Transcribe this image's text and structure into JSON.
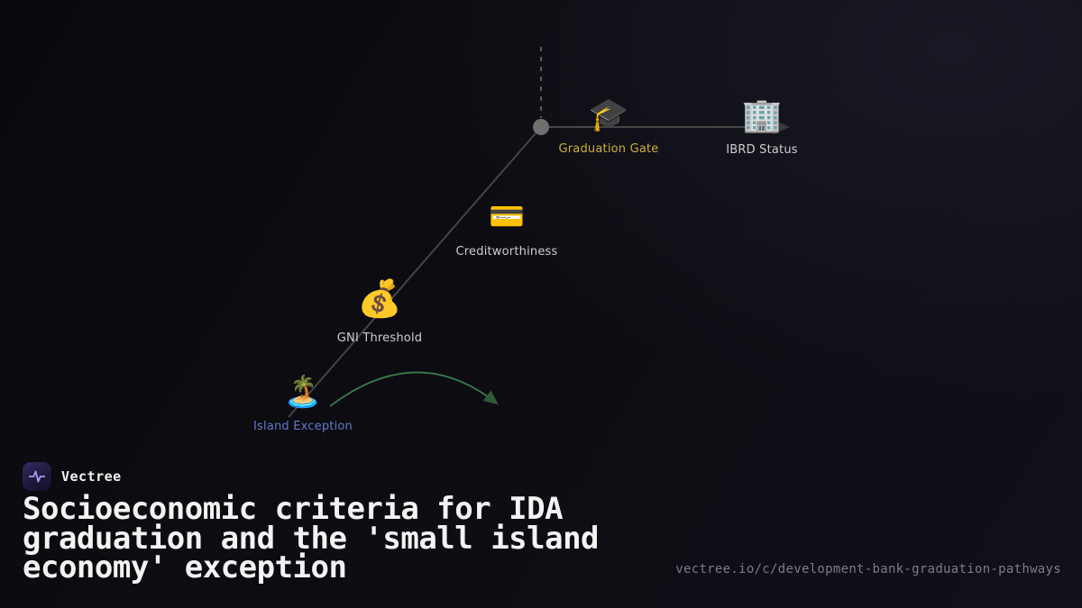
{
  "brand": {
    "name": "Vectree",
    "logo_icon": "waveform-icon"
  },
  "title": "Socioeconomic criteria for IDA graduation and the 'small island economy' exception",
  "url": "vectree.io/c/development-bank-graduation-pathways",
  "colors": {
    "background": "#0b0b10",
    "line_gray": "#474747",
    "junction_gray": "#6f6f6f",
    "island_label": "#6677c8",
    "graduation_label": "#cfae3d",
    "default_label": "#cfcfcf",
    "bypass_arc_green": "#3c7a4a",
    "title_text": "#f3f3f3",
    "url_text": "#7c7c85"
  },
  "diagram": {
    "nodes": [
      {
        "id": "island",
        "icon": "desert-island-emoji",
        "emoji": "🏝️",
        "label": "Island Exception"
      },
      {
        "id": "gni",
        "icon": "money-bag-emoji",
        "emoji": "💰",
        "label": "GNI Threshold"
      },
      {
        "id": "credit",
        "icon": "credit-card-emoji",
        "emoji": "💳",
        "label": "Creditworthiness"
      },
      {
        "id": "graduation",
        "icon": "graduation-cap-emoji",
        "emoji": "🎓",
        "label": "Graduation Gate"
      },
      {
        "id": "ibrd",
        "icon": "office-building-emoji",
        "emoji": "🏢",
        "label": "IBRD Status"
      }
    ]
  }
}
